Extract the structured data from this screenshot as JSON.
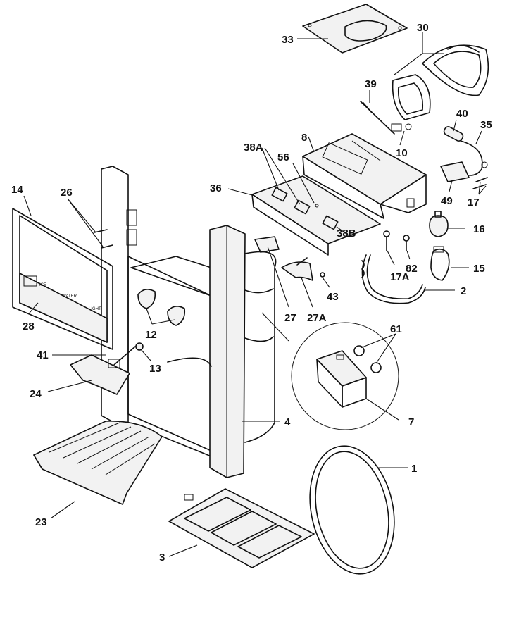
{
  "callouts": {
    "c33": "33",
    "c30": "30",
    "c39": "39",
    "c40": "40",
    "c35": "35",
    "c8": "8",
    "c10": "10",
    "c38A": "38A",
    "c56": "56",
    "c36": "36",
    "c38B": "38B",
    "c49": "49",
    "c17": "17",
    "c16": "16",
    "c17A": "17A",
    "c82": "82",
    "c15": "15",
    "c43": "43",
    "c2": "2",
    "c14": "14",
    "c26": "26",
    "c28": "28",
    "c12": "12",
    "c27": "27",
    "c27A": "27A",
    "c41": "41",
    "c13": "13",
    "c24": "24",
    "c61": "61",
    "c7": "7",
    "c4": "4",
    "c1": "1",
    "c23": "23",
    "c3": "3"
  },
  "panel_markings": [
    "ICE",
    "WATER",
    "LIGHT"
  ]
}
